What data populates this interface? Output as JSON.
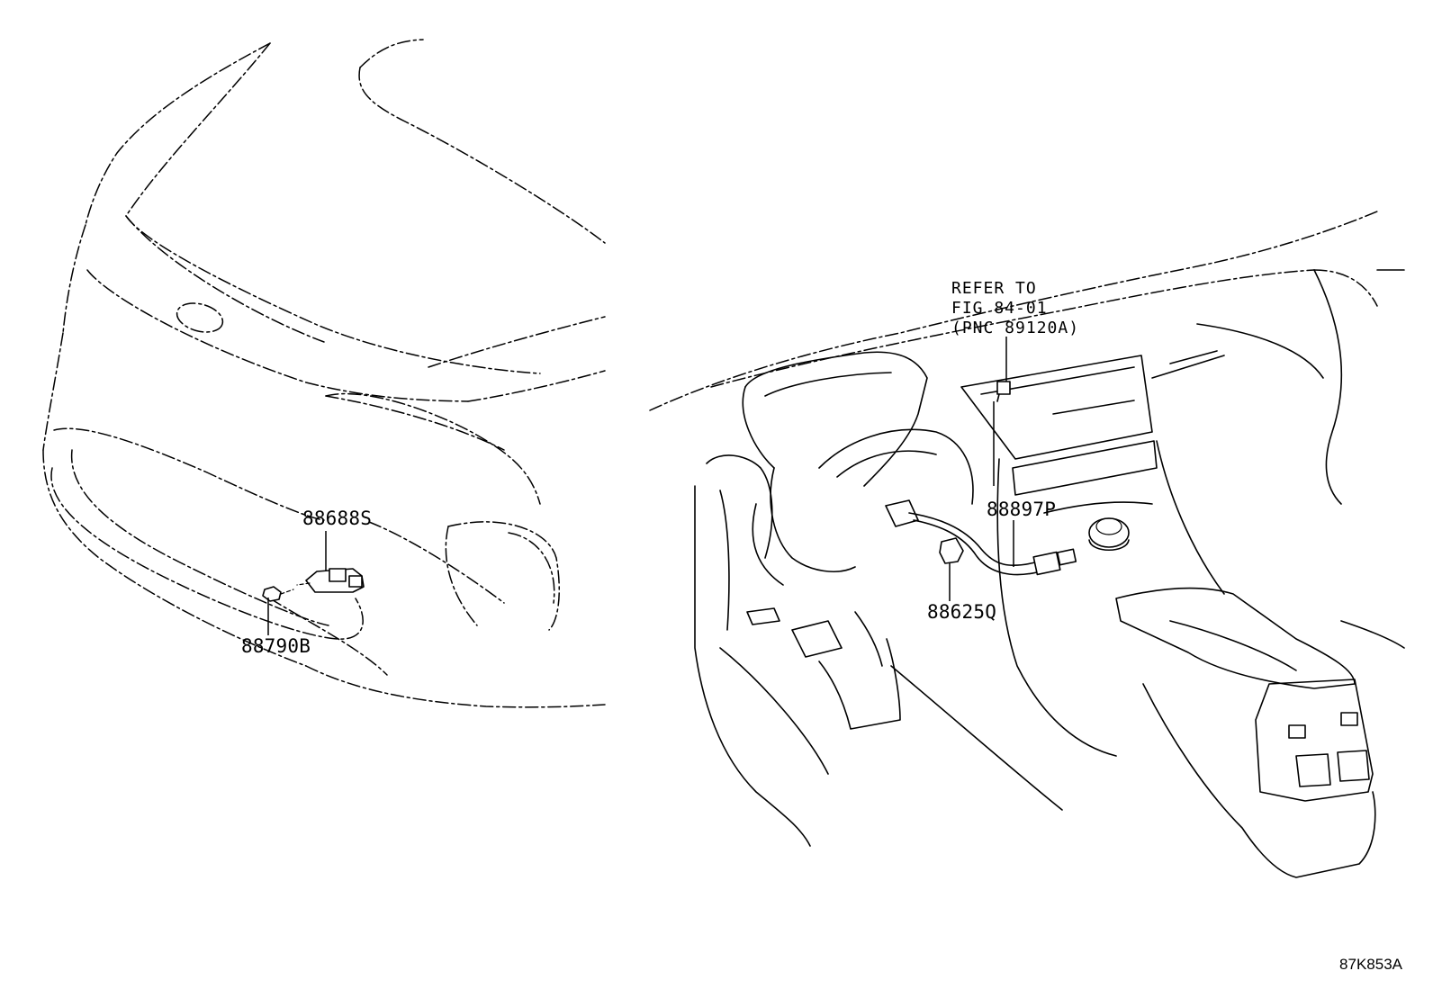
{
  "callouts": {
    "left_upper": "88688S",
    "left_lower": "88790B",
    "right_main": "88897P",
    "right_lower": "88625Q"
  },
  "reference_note": {
    "line1": "REFER TO",
    "line2": "FIG 84-01",
    "line3": "(PNC 89120A)"
  },
  "figure_code": "87K853A"
}
